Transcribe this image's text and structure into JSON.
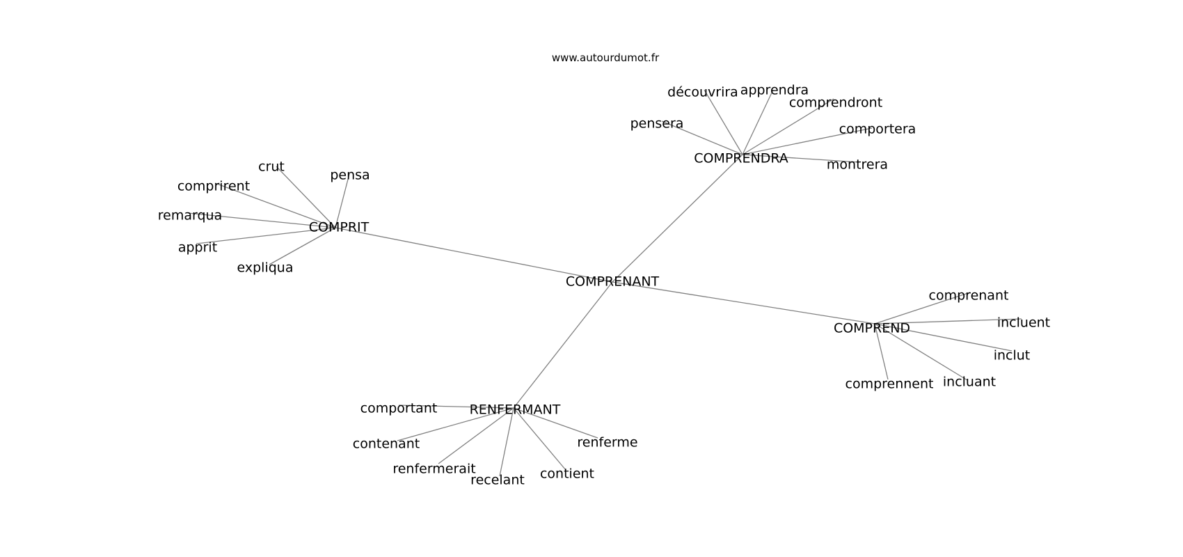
{
  "source": "www.autourdumot.fr",
  "colors": {
    "edge": "#808080",
    "text": "#000000",
    "background": "#ffffff"
  },
  "graph": {
    "center": "COMPRENANT",
    "hubs": [
      {
        "id": "COMPRIT",
        "label": "COMPRIT",
        "leaves": [
          "crut",
          "pensa",
          "comprirent",
          "remarqua",
          "apprit",
          "expliqua"
        ]
      },
      {
        "id": "COMPRENDRA",
        "label": "COMPRENDRA",
        "leaves": [
          "découvrira",
          "apprendra",
          "comprendront",
          "pensera",
          "comportera",
          "montrera"
        ]
      },
      {
        "id": "COMPREND",
        "label": "COMPREND",
        "leaves": [
          "comprenant",
          "incluent",
          "inclut",
          "incluant",
          "comprennent"
        ]
      },
      {
        "id": "RENFERMANT",
        "label": "RENFERMANT",
        "leaves": [
          "comportant",
          "contenant",
          "renfermerait",
          "recelant",
          "contient",
          "renferme"
        ]
      }
    ]
  }
}
